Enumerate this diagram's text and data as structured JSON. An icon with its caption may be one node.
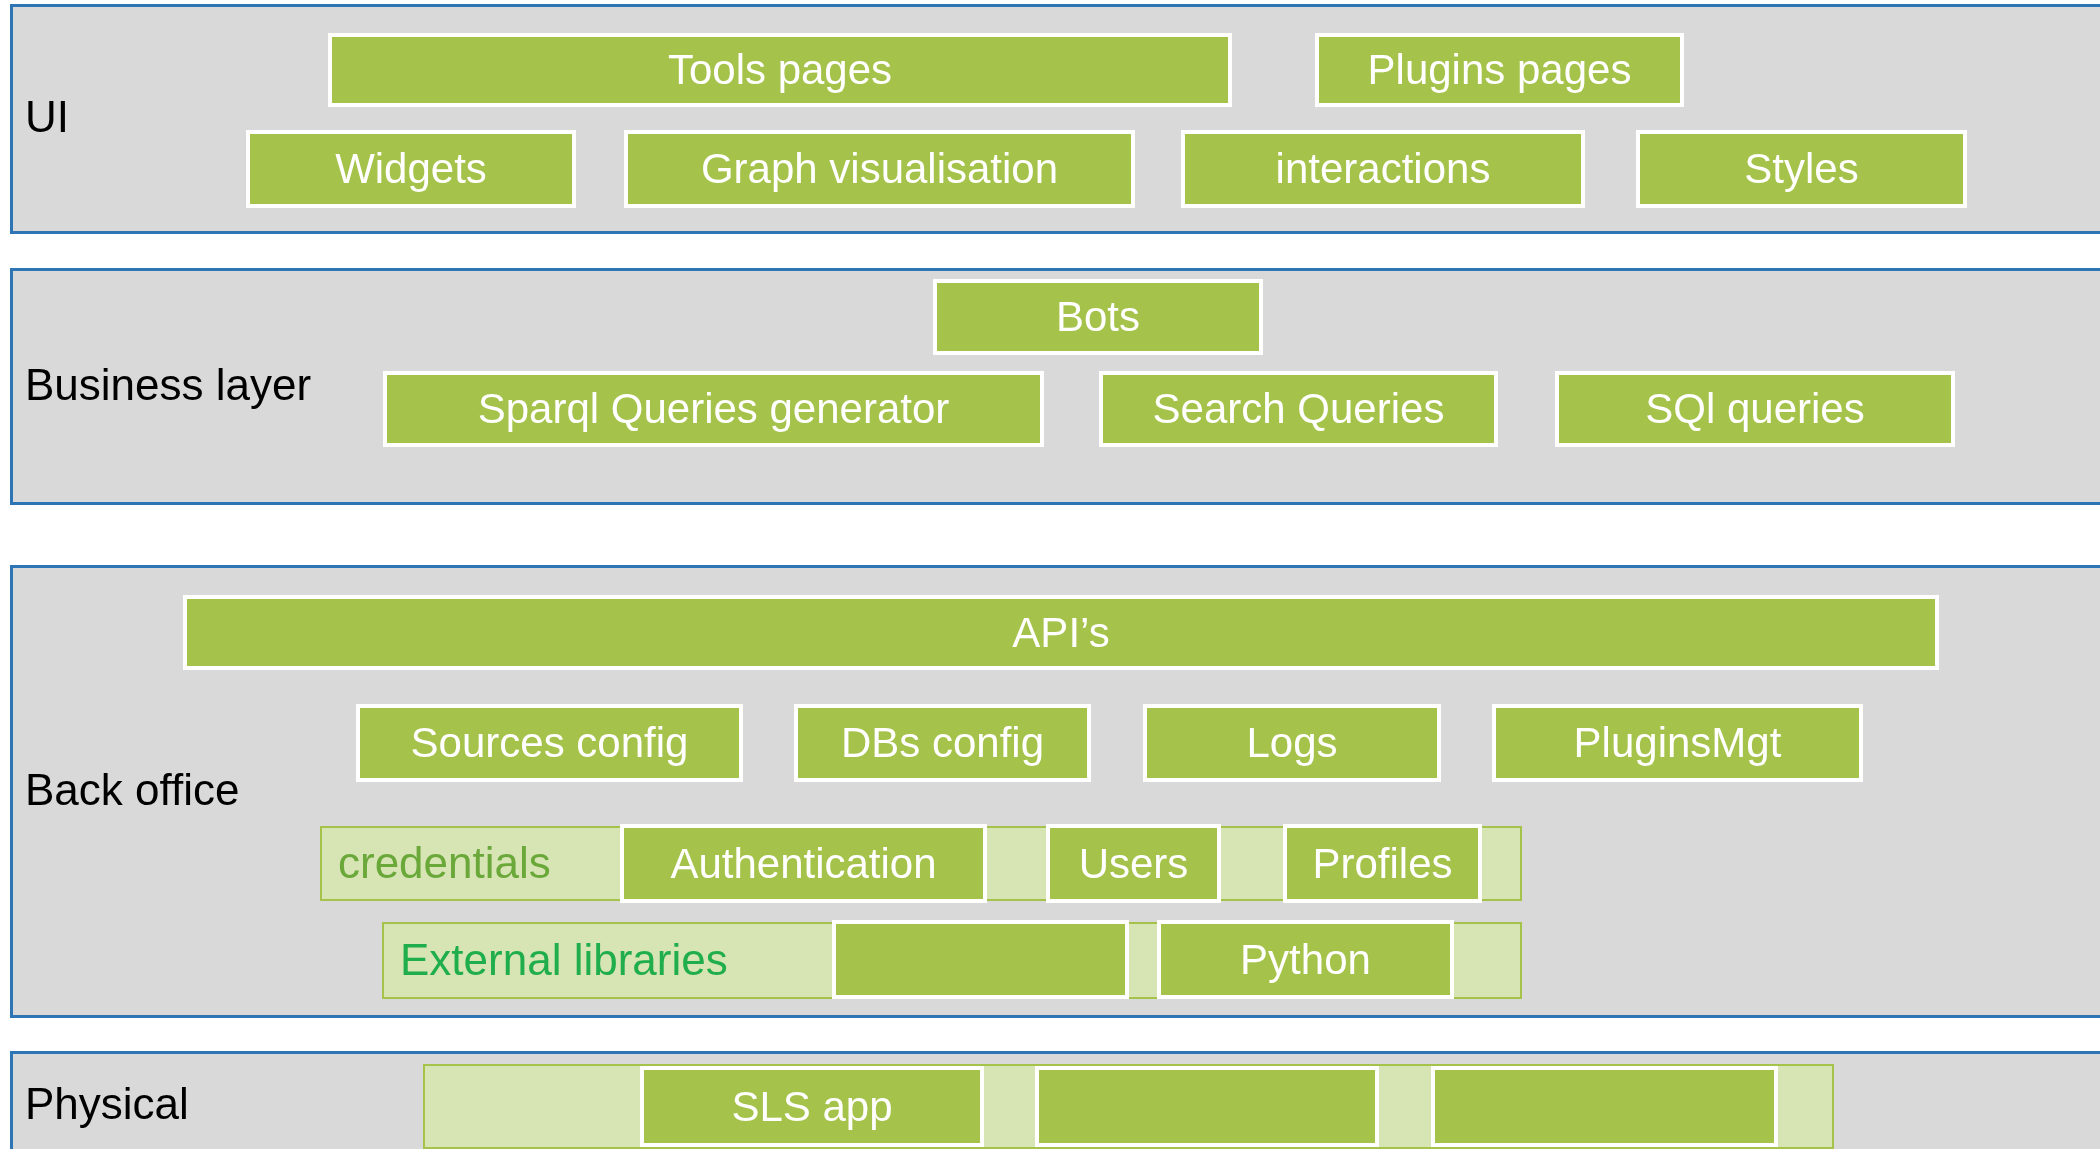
{
  "diagram": {
    "nodes": [
      {
        "text": [
          "UI"
        ]
      },
      {
        "text": [
          "Tools pages"
        ],
        "in": 0
      },
      {
        "text": [
          "Plugins pages"
        ],
        "in": 0
      },
      {
        "text": [
          "Widgets"
        ],
        "in": 0
      },
      {
        "text": [
          "Graph visualisation"
        ],
        "in": 0
      },
      {
        "text": [
          "interactions"
        ],
        "in": 0
      },
      {
        "text": [
          "Styles"
        ],
        "in": 0
      },
      {
        "text": [
          "Business layer"
        ]
      },
      {
        "text": [
          "Bots"
        ],
        "in": 7
      },
      {
        "text": [
          "Sparql Queries generator"
        ],
        "in": 7
      },
      {
        "text": [
          "Search Queries"
        ],
        "in": 7
      },
      {
        "text": [
          "SQl queries"
        ],
        "in": 7
      },
      {
        "text": [
          "Back office"
        ]
      },
      {
        "text": [
          "API’s"
        ],
        "in": 12
      },
      {
        "text": [
          "Sources config"
        ],
        "in": 12
      },
      {
        "text": [
          "DBs config"
        ],
        "in": 12
      },
      {
        "text": [
          "Logs"
        ],
        "in": 12
      },
      {
        "text": [
          "PluginsMgt"
        ],
        "in": 12
      },
      {
        "text": [
          "credentials"
        ],
        "in": 12
      },
      {
        "text": [
          "Authentication"
        ],
        "in": 18
      },
      {
        "text": [
          "Users"
        ],
        "in": 18
      },
      {
        "text": [
          "Profiles"
        ],
        "in": 18
      },
      {
        "text": [
          "External libraries"
        ],
        "in": 12
      },
      {
        "text": [],
        "shape": "box",
        "in": 22
      },
      {
        "text": [
          "Python"
        ],
        "in": 22
      },
      {
        "text": [
          "Physical"
        ]
      },
      {
        "text": [],
        "shape": "box",
        "in": 25
      },
      {
        "text": [
          "SLS app"
        ],
        "in": 26
      },
      {
        "text": [],
        "shape": "box",
        "in": 26
      },
      {
        "text": [],
        "shape": "box",
        "in": 26
      }
    ],
    "edges": []
  }
}
